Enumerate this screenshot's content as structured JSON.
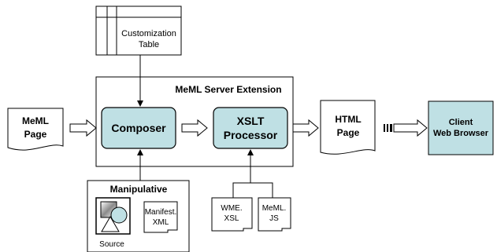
{
  "customization_table": {
    "line1": "Customization",
    "line2": "Table"
  },
  "server_extension": {
    "title": "MeML Server Extension"
  },
  "composer": {
    "label": "Composer"
  },
  "xslt": {
    "line1": "XSLT",
    "line2": "Processor"
  },
  "meml_page": {
    "line1": "MeML",
    "line2": "Page"
  },
  "html_page": {
    "line1": "HTML",
    "line2": "Page"
  },
  "client": {
    "line1": "Client",
    "line2": "Web Browser"
  },
  "manipulative": {
    "title": "Manipulative",
    "source_label": "Source"
  },
  "manifest": {
    "line1": "Manifest.",
    "line2": "XML"
  },
  "wme_xsl": {
    "line1": "WME.",
    "line2": "XSL"
  },
  "meml_js": {
    "line1": "MeML.",
    "line2": "JS"
  },
  "colors": {
    "process_fill": "#bfe0e4",
    "client_fill": "#bfe0e4",
    "stroke": "#000000"
  }
}
